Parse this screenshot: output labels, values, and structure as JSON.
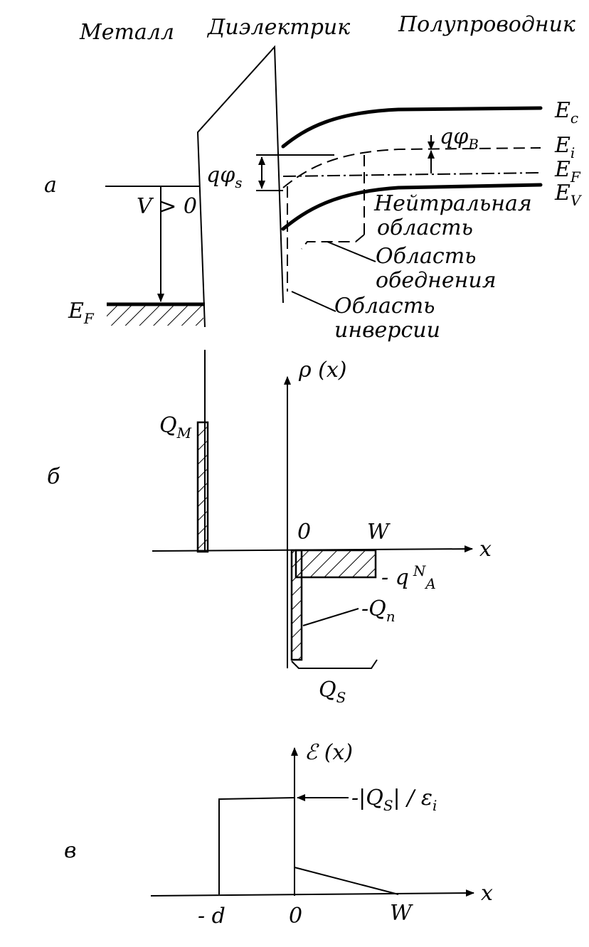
{
  "headers": {
    "metal": "Металл",
    "dielectric": "Диэлектрик",
    "semiconductor": "Полупроводник"
  },
  "panel_labels": {
    "a": "а",
    "b": "б",
    "c": "в"
  },
  "band_diagram": {
    "Ec_label": "E",
    "Ec_sub": "c",
    "Ei_label": "E",
    "Ei_sub": "i",
    "EF_label": "E",
    "EF_sub": "F",
    "Ev_label": "E",
    "Ev_sub": "V",
    "psi_B": "qφ",
    "psi_B_sub": "B",
    "psi_s": "qφ",
    "psi_s_sub": "s",
    "voltage": "V > 0",
    "metal_EF": "E",
    "metal_EF_sub": "F",
    "neutral_region_1": "Нейтральная",
    "neutral_region_2": "область",
    "depletion_1": "Область",
    "depletion_2": "обеднения",
    "inversion_1": "Область",
    "inversion_2": "инверсии"
  },
  "charge_diagram": {
    "y_axis": "ρ (x)",
    "x_axis": "x",
    "QM": "Q",
    "QM_sub": "M",
    "zero": "0",
    "W": "W",
    "qNa": "- q",
    "qNa_sup": "N",
    "qNa_sub": "A",
    "Qn": "-Q",
    "Qn_sub": "n",
    "Qs": "Q",
    "Qs_sub": "S"
  },
  "field_diagram": {
    "y_axis": "ℰ (x)",
    "x_axis": "x",
    "field_label": "-|Q",
    "field_label_sub": "S",
    "field_label_tail": "| / ε",
    "field_label_tail_sub": "i",
    "minus_d": "- d",
    "zero": "0",
    "W": "W"
  }
}
